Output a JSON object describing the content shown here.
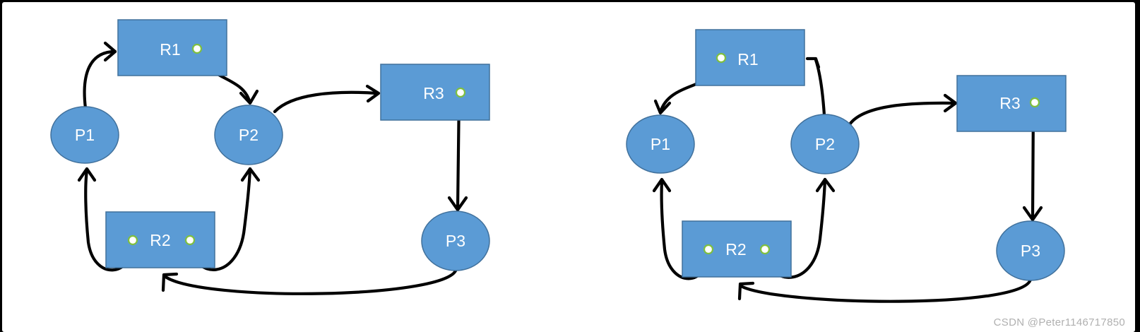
{
  "diagrams": [
    {
      "resources": {
        "r1": "R1",
        "r2": "R2",
        "r3": "R3"
      },
      "processes": {
        "p1": "P1",
        "p2": "P2",
        "p3": "P3"
      }
    },
    {
      "resources": {
        "r1": "R1",
        "r2": "R2",
        "r3": "R3"
      },
      "processes": {
        "p1": "P1",
        "p2": "P2",
        "p3": "P3"
      }
    }
  ],
  "colors": {
    "node_fill": "#5b9bd5",
    "edge": "#000000",
    "instance_dot": "#7fbf3f"
  },
  "watermark": "CSDN @Peter1146717850"
}
